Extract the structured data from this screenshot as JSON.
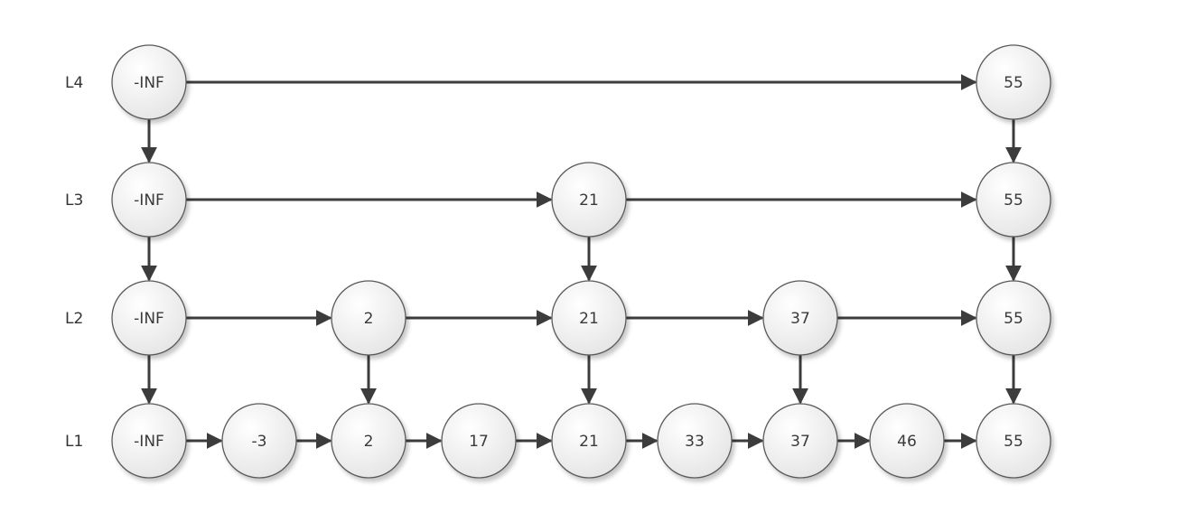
{
  "skip_list": {
    "columns": [
      "-INF",
      "-3",
      "2",
      "17",
      "21",
      "33",
      "37",
      "46",
      "55"
    ],
    "levels": [
      {
        "label": "L4",
        "nodes": [
          "-INF",
          "55"
        ]
      },
      {
        "label": "L3",
        "nodes": [
          "-INF",
          "21",
          "55"
        ]
      },
      {
        "label": "L2",
        "nodes": [
          "-INF",
          "2",
          "21",
          "37",
          "55"
        ]
      },
      {
        "label": "L1",
        "nodes": [
          "-INF",
          "-3",
          "2",
          "17",
          "21",
          "33",
          "37",
          "46",
          "55"
        ]
      }
    ]
  },
  "colors": {
    "node_fill_light": "#ffffff",
    "node_fill_dark": "#e6e6e6",
    "node_stroke": "#5a5a5a",
    "edge": "#3c3c3c",
    "text": "#3a3a3a"
  }
}
